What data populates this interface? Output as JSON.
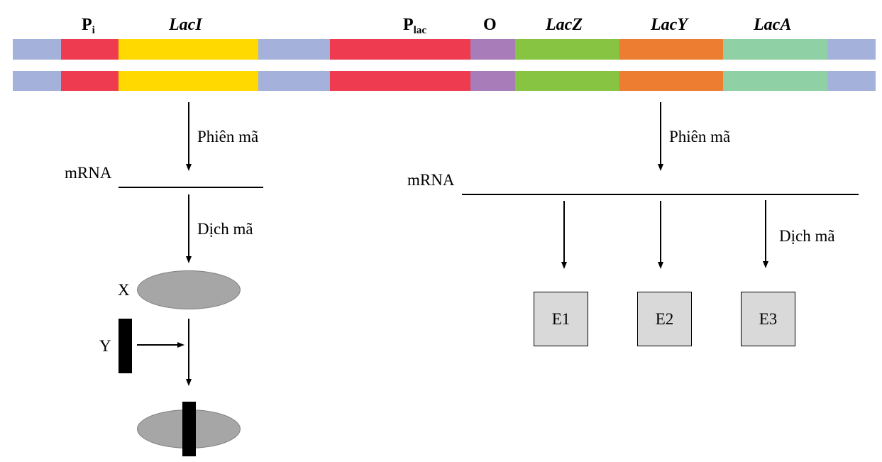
{
  "gene_labels": {
    "pi_main": "P",
    "pi_sub": "i",
    "laci": "LacI",
    "plac_main": "P",
    "plac_sub": "lac",
    "operator": "O",
    "lacz": "LacZ",
    "lacy": "LacY",
    "laca": "LacA"
  },
  "segments": [
    {
      "name": "spacer-left",
      "color": "#a3b1db"
    },
    {
      "name": "promoter-pi",
      "color": "#ef3b4f"
    },
    {
      "name": "gene-laci",
      "color": "#ffd900"
    },
    {
      "name": "spacer-middle",
      "color": "#a3b1db"
    },
    {
      "name": "promoter-plac",
      "color": "#ef3b4f"
    },
    {
      "name": "operator-o",
      "color": "#a87cb8"
    },
    {
      "name": "gene-lacz",
      "color": "#86c441"
    },
    {
      "name": "gene-lacy",
      "color": "#ed7d31"
    },
    {
      "name": "gene-laca",
      "color": "#8fd0a5"
    },
    {
      "name": "spacer-right",
      "color": "#a3b1db"
    }
  ],
  "left_pathway": {
    "transcription_label": "Phiên mã",
    "mrna_label": "mRNA",
    "translation_label": "Dịch mã",
    "protein_x_label": "X",
    "molecule_y_label": "Y"
  },
  "right_pathway": {
    "transcription_label": "Phiên mã",
    "mrna_label": "mRNA",
    "translation_label": "Dịch mã",
    "enzymes": [
      "E1",
      "E2",
      "E3"
    ]
  }
}
